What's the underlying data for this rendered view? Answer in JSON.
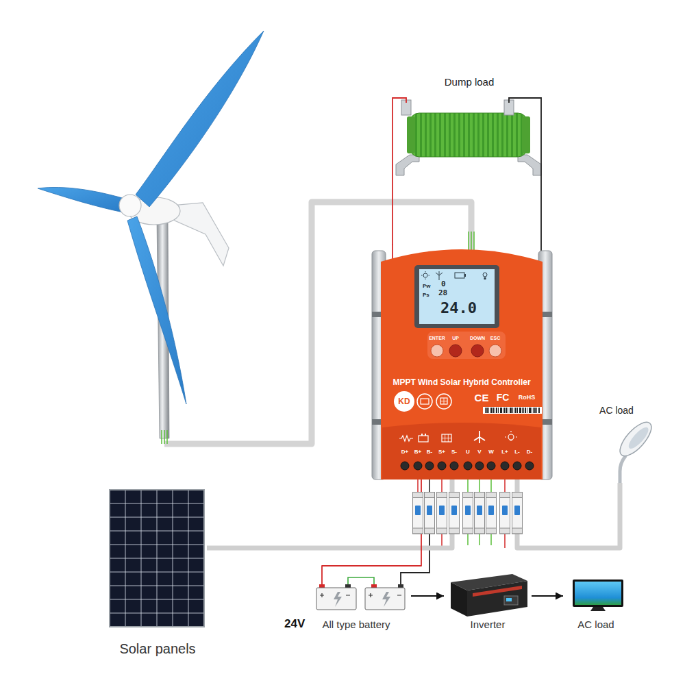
{
  "diagram": {
    "nodes": [
      {
        "text": [
          "Dump load"
        ]
      },
      {
        "text": [
          "MPPT Wind Solar Hybrid Controller"
        ]
      },
      {
        "text": [
          "Pw",
          "0",
          "Ps",
          "28",
          "24.0"
        ],
        "in": 1
      },
      {
        "text": [
          "AC load"
        ]
      },
      {
        "text": [
          "Solar panels"
        ]
      },
      {
        "text": [
          "24V",
          "All type battery"
        ]
      },
      {
        "text": [
          "Inverter"
        ]
      },
      {
        "text": [
          "AC load"
        ]
      }
    ],
    "edges": [
      {
        "from": 1,
        "to": 0,
        "arrow": "none"
      },
      {
        "from": 1,
        "to": 3,
        "arrow": "none"
      },
      {
        "from": 1,
        "to": 4,
        "arrow": "none"
      },
      {
        "from": 1,
        "to": 5,
        "arrow": "none"
      },
      {
        "from": 5,
        "to": 6,
        "arrow": "to"
      },
      {
        "from": 6,
        "to": 7,
        "arrow": "to"
      }
    ],
    "labels": [
      "ENTER",
      "UP",
      "DOWN",
      "ESC",
      "KD",
      "CE",
      "FC",
      "RoHS",
      "D+",
      "B+",
      "B-",
      "S+",
      "S-",
      "U",
      "V",
      "W",
      "L+",
      "L-",
      "D-"
    ]
  }
}
